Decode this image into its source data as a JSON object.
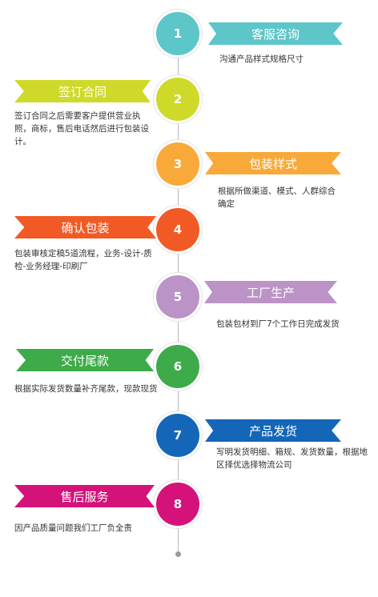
{
  "steps": [
    {
      "number": "1",
      "title": "客服咨询",
      "desc": "沟通产品样式规格尺寸",
      "color": "#5cc6c9",
      "side": "right"
    },
    {
      "number": "2",
      "title": "签订合同",
      "desc": "签订合同之后需要客户提供营业执照，商标，售后电话然后进行包装设计。",
      "color": "#cfd92a",
      "side": "left"
    },
    {
      "number": "3",
      "title": "包装样式",
      "desc": "根据所做渠道、模式、人群综合确定",
      "color": "#f8a93a",
      "side": "right"
    },
    {
      "number": "4",
      "title": "确认包装",
      "desc": "包装审核定稿5道流程，业务-设计-质检-业务经理-印刷厂",
      "color": "#f25a25",
      "side": "left"
    },
    {
      "number": "5",
      "title": "工厂生产",
      "desc": "包装包材到厂7个工作日完成发货",
      "color": "#bb93c7",
      "side": "right"
    },
    {
      "number": "6",
      "title": "交付尾款",
      "desc": "根据实际发货数量补齐尾款，现款现货",
      "color": "#3dab49",
      "side": "left"
    },
    {
      "number": "7",
      "title": "产品发货",
      "desc": "写明发货明细、箱规、发货数量，根据地区择优选择物流公司",
      "color": "#1466b8",
      "side": "right"
    },
    {
      "number": "8",
      "title": "售后服务",
      "desc": "因产品质量问题我们工厂负全责",
      "color": "#d4127a",
      "side": "left"
    }
  ]
}
